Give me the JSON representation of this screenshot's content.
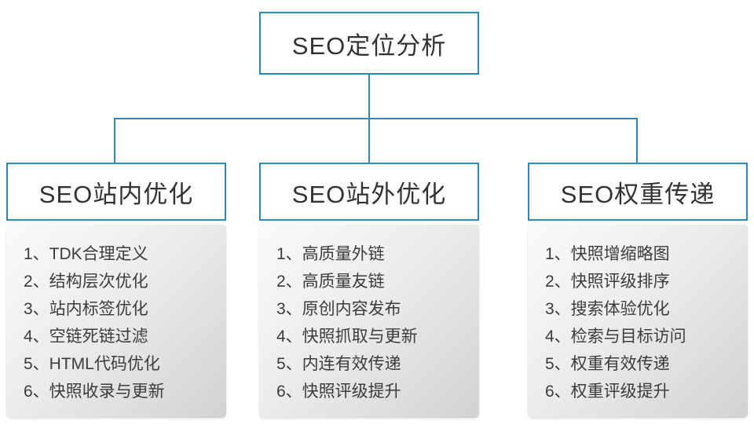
{
  "diagram": {
    "root": {
      "title": "SEO定位分析"
    },
    "columns": [
      {
        "title": "SEO站内优化",
        "items": [
          "1、TDK合理定义",
          "2、结构层次优化",
          "3、站内标签优化",
          "4、空链死链过滤",
          "5、HTML代码优化",
          "6、快照收录与更新"
        ]
      },
      {
        "title": "SEO站外优化",
        "items": [
          "1、高质量外链",
          "2、高质量友链",
          "3、原创内容发布",
          "4、快照抓取与更新",
          "5、内连有效传递",
          "6、快照评级提升"
        ]
      },
      {
        "title": "SEO权重传递",
        "items": [
          "1、快照增缩略图",
          "2、快照评级排序",
          "3、搜索体验优化",
          "4、检索与目标访问",
          "5、权重有效传递",
          "6、权重评级提升"
        ]
      }
    ],
    "colors": {
      "accent_border": "#2a88c2",
      "text": "#3c3c3c",
      "panel_gradient_start": "#fafafa",
      "panel_gradient_end": "#d2d2d2"
    }
  }
}
